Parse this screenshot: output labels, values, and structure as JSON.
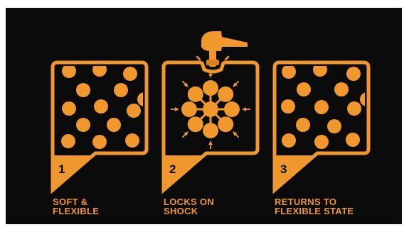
{
  "colors": {
    "background": "#0b0b0b",
    "accent": "#f0972e",
    "dark_orange": "#d97d1d"
  },
  "steps": [
    {
      "number": "1",
      "caption_line1": "SOFT &",
      "caption_line2": "FLEXIBLE"
    },
    {
      "number": "2",
      "caption_line1": "LOCKS ON",
      "caption_line2": "SHOCK"
    },
    {
      "number": "3",
      "caption_line1": "RETURNS TO",
      "caption_line2": "FLEXIBLE STATE"
    }
  ],
  "icons": {
    "impact_tool": "hammer-icon",
    "particle": "particle-icon",
    "force_arrow": "inward-arrow-icon"
  }
}
